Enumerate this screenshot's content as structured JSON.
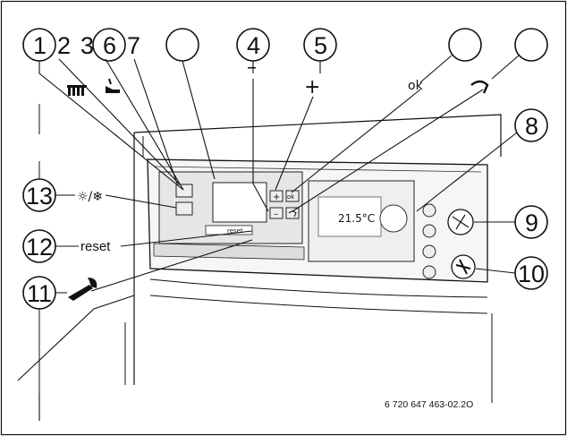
{
  "callouts": {
    "c1": "1",
    "c2": "2",
    "c3": "3",
    "c4": "4",
    "c5": "5",
    "c6": "6",
    "c7": "7",
    "c8": "8",
    "c9": "9",
    "c10": "10",
    "c11": "11",
    "c12": "12",
    "c13": "13"
  },
  "symbols": {
    "minus": "–",
    "plus": "+",
    "ok": "ok",
    "sun_snow": "☼/❄"
  },
  "labels": {
    "reset": "reset",
    "button_reset": "reset",
    "button_ok": "ok",
    "button_plus": "+",
    "button_minus": "–",
    "display_temp": "21.5°C"
  },
  "reference_code": "6 720 647 463-02.2O"
}
